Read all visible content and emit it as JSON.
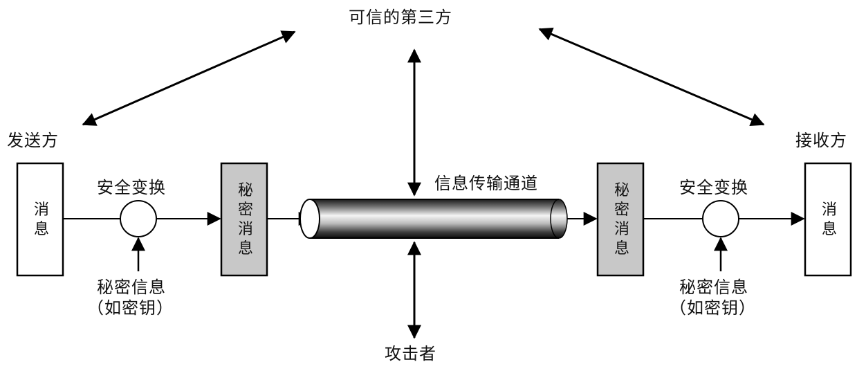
{
  "diagram": {
    "trusted_third_party": "可信的第三方",
    "sender": "发送方",
    "receiver": "接收方",
    "channel": "信息传输通道",
    "attacker": "攻击者",
    "left": {
      "message": "消息",
      "transform": "安全变换",
      "secret_message": "秘密消息",
      "secret_info": "秘密信息",
      "secret_info_example": "（如密钥）"
    },
    "right": {
      "message": "消息",
      "transform": "安全变换",
      "secret_message": "秘密消息",
      "secret_info": "秘密信息",
      "secret_info_example": "（如密钥）"
    }
  },
  "colors": {
    "line": "#000000",
    "secret_box_fill": "#c8c8c8",
    "box_fill": "#ffffff"
  }
}
